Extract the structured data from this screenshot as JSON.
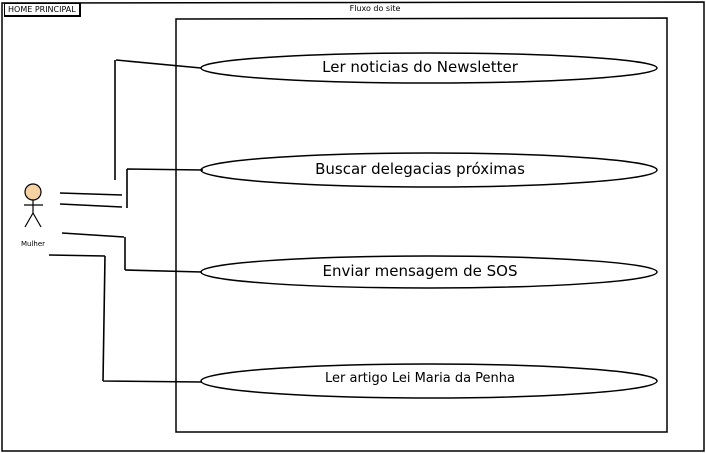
{
  "frame": {
    "title": "HOME PRINCIPAL"
  },
  "system": {
    "title": "Fluxo do site"
  },
  "actor": {
    "name": "Mulher",
    "fill_color": "#f6d2a3",
    "stroke_color": "#000000"
  },
  "use_cases": [
    {
      "label": "Ler noticias do Newsletter"
    },
    {
      "label": "Buscar delegacias próximas"
    },
    {
      "label": "Enviar mensagem de SOS"
    },
    {
      "label": "Ler artigo Lei Maria da Penha"
    }
  ]
}
